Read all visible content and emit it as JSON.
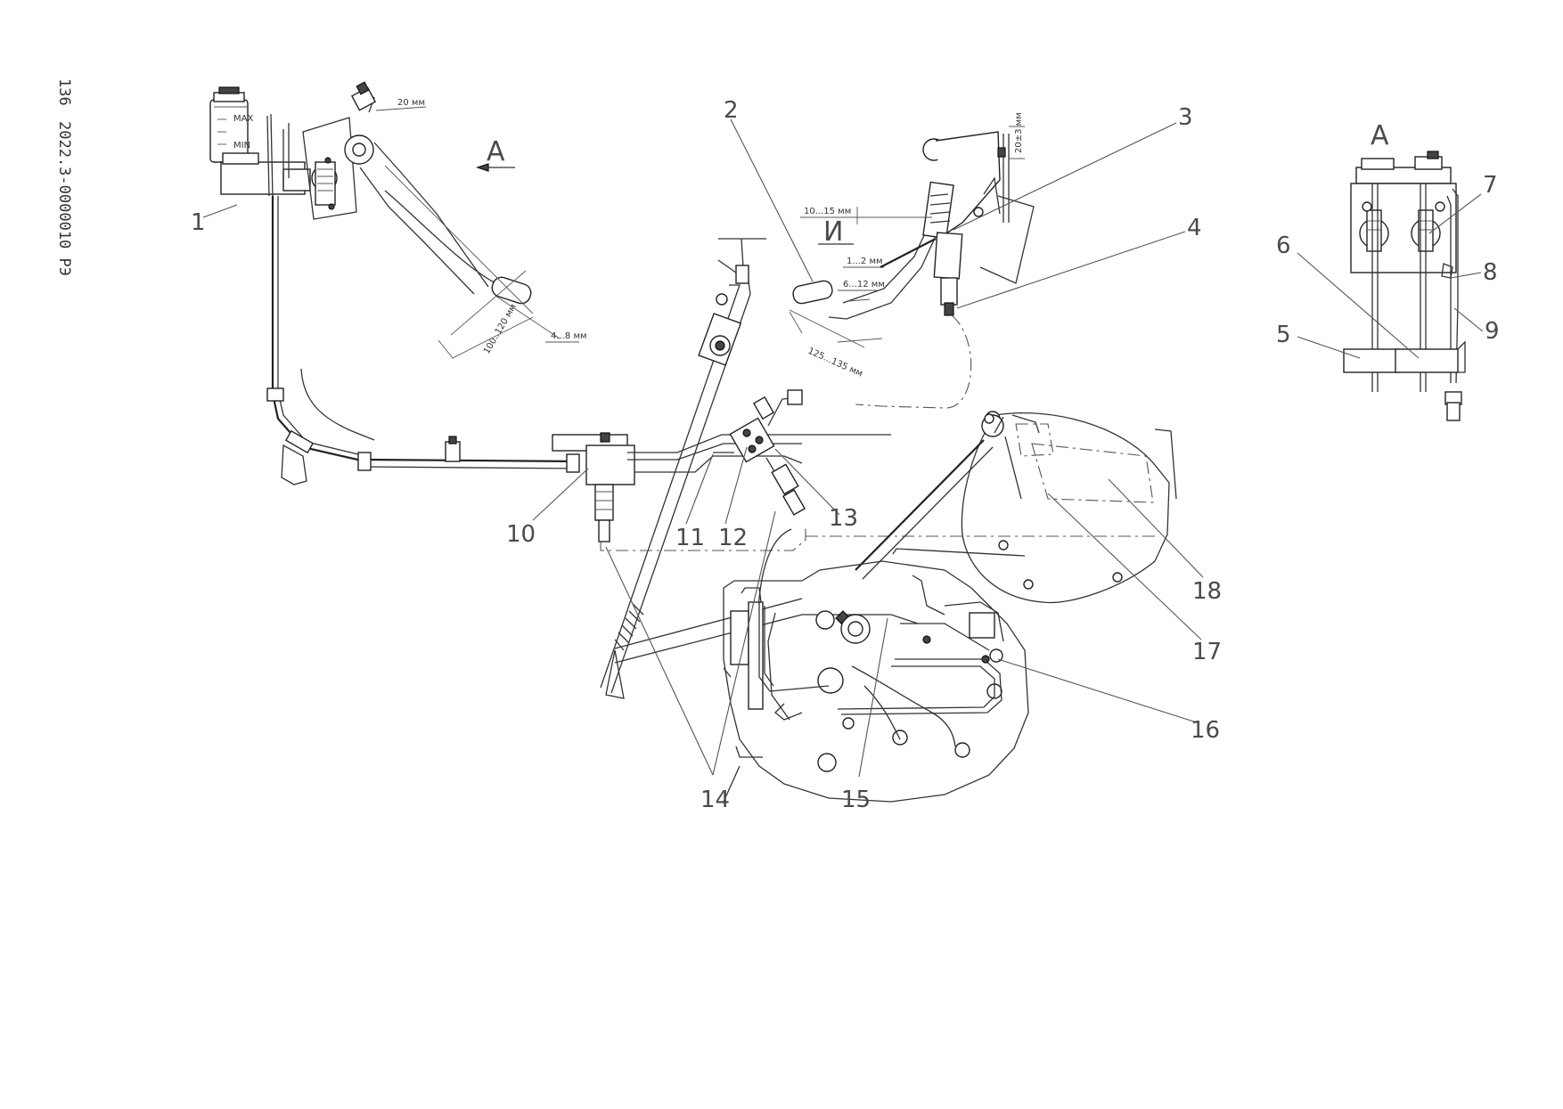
{
  "sheet": {
    "page_number": "136",
    "document_code": "2022.3-0000010 РЭ"
  },
  "view": {
    "arrow_label": "А",
    "inset_title": "А",
    "section_mark": "И"
  },
  "dimensions": {
    "d_top_pedal": "20 мм",
    "d_stroke_1": "100..120 мм",
    "d_gap_1": "4...8 мм",
    "d_cyl_top": "20±3 мм",
    "d_rod": "10...15 мм",
    "d_free": "1...2 мм",
    "d_pad": "6...12 мм",
    "d_stroke_2": "125...135 мм"
  },
  "reservoir": {
    "max_label": "MAX",
    "min_label": "MIN"
  },
  "callouts": [
    "1",
    "2",
    "3",
    "4",
    "5",
    "6",
    "7",
    "8",
    "9",
    "10",
    "11",
    "12",
    "13",
    "14",
    "15",
    "16",
    "17",
    "18"
  ]
}
